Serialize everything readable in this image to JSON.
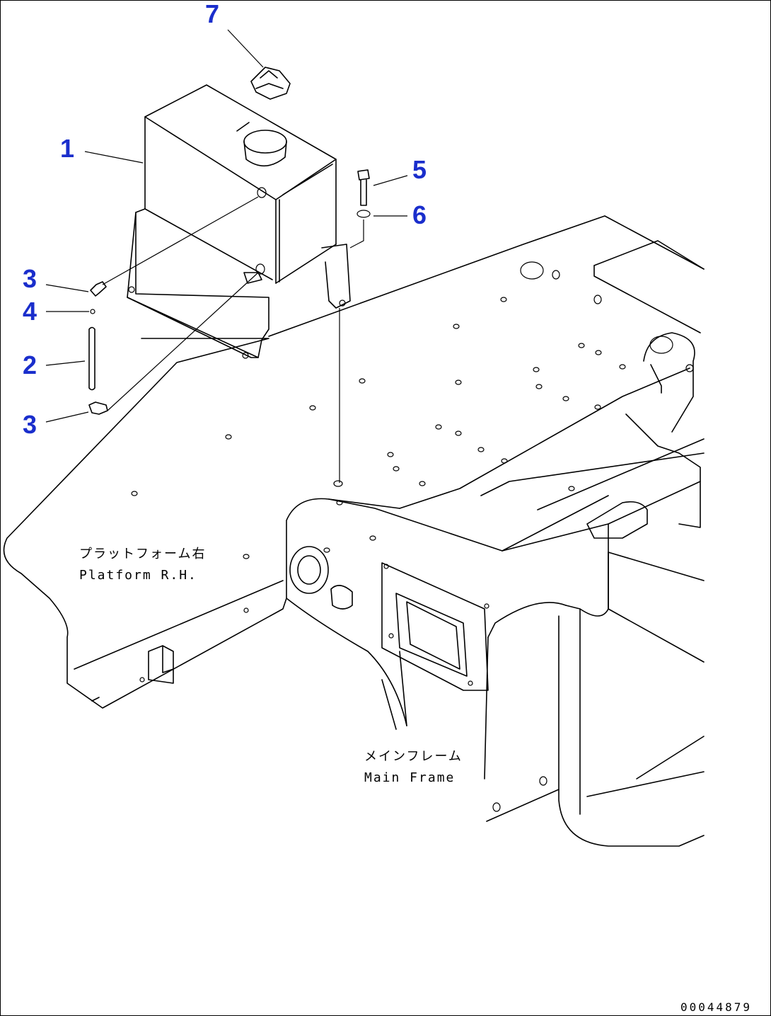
{
  "callouts": [
    {
      "id": "1"
    },
    {
      "id": "2"
    },
    {
      "id": "3"
    },
    {
      "id": "3"
    },
    {
      "id": "4"
    },
    {
      "id": "5"
    },
    {
      "id": "6"
    },
    {
      "id": "7"
    }
  ],
  "labels": {
    "platform_jp": "プラットフォーム右",
    "platform_en": "Platform R.H.",
    "mainframe_jp": "メインフレーム",
    "mainframe_en": "Main Frame"
  },
  "doc_id": "00044879",
  "colors": {
    "callout": "#1a2ecc",
    "line": "#000000"
  }
}
